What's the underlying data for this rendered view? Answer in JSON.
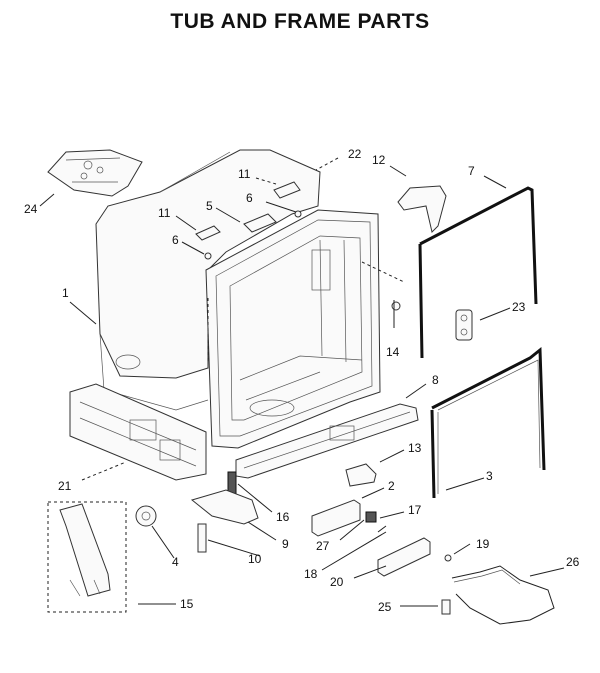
{
  "title": "TUB AND FRAME PARTS",
  "callouts": [
    {
      "id": "1",
      "label": "1"
    },
    {
      "id": "2",
      "label": "2"
    },
    {
      "id": "3",
      "label": "3"
    },
    {
      "id": "4",
      "label": "4"
    },
    {
      "id": "5",
      "label": "5"
    },
    {
      "id": "6a",
      "label": "6"
    },
    {
      "id": "6b",
      "label": "6"
    },
    {
      "id": "7",
      "label": "7"
    },
    {
      "id": "8",
      "label": "8"
    },
    {
      "id": "9",
      "label": "9"
    },
    {
      "id": "10",
      "label": "10"
    },
    {
      "id": "11a",
      "label": "11"
    },
    {
      "id": "11b",
      "label": "11"
    },
    {
      "id": "12",
      "label": "12"
    },
    {
      "id": "13",
      "label": "13"
    },
    {
      "id": "14",
      "label": "14"
    },
    {
      "id": "15",
      "label": "15"
    },
    {
      "id": "16",
      "label": "16"
    },
    {
      "id": "17",
      "label": "17"
    },
    {
      "id": "18",
      "label": "18"
    },
    {
      "id": "19",
      "label": "19"
    },
    {
      "id": "20",
      "label": "20"
    },
    {
      "id": "21",
      "label": "21"
    },
    {
      "id": "22",
      "label": "22"
    },
    {
      "id": "23",
      "label": "23"
    },
    {
      "id": "24",
      "label": "24"
    },
    {
      "id": "25",
      "label": "25"
    },
    {
      "id": "26",
      "label": "26"
    },
    {
      "id": "27",
      "label": "27"
    }
  ]
}
